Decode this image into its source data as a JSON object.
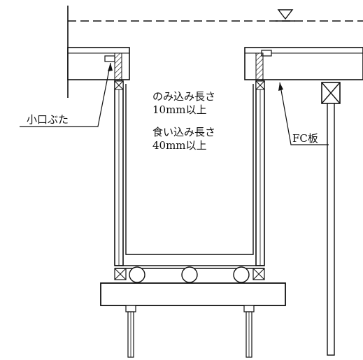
{
  "labels": {
    "koguchi_futa": "小口ぶた",
    "nomikomi_line1": "のみ込み長さ",
    "nomikomi_line2": "10mm以上",
    "kuikomi_line1": "食い込み長さ",
    "kuikomi_line2": "40mm以上",
    "fc_board": "FC板"
  },
  "symbols": {
    "water_level": "water-level-triangle-icon"
  }
}
